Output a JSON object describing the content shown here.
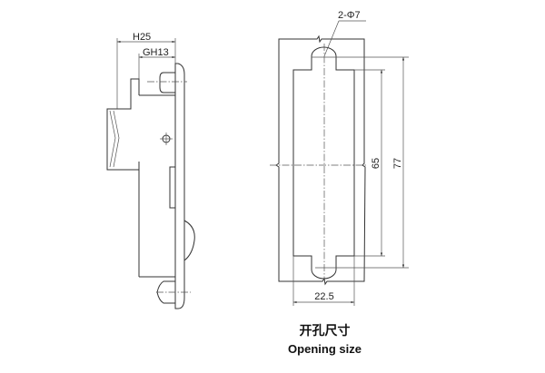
{
  "side_view": {
    "dim_h": "H25",
    "dim_gh": "GH13"
  },
  "opening_view": {
    "hole_note": "2-Φ7",
    "dim_hole_pitch": "77",
    "dim_inner_height": "65",
    "dim_width": "22.5"
  },
  "caption": {
    "chinese": "开孔尺寸",
    "english": "Opening size"
  }
}
